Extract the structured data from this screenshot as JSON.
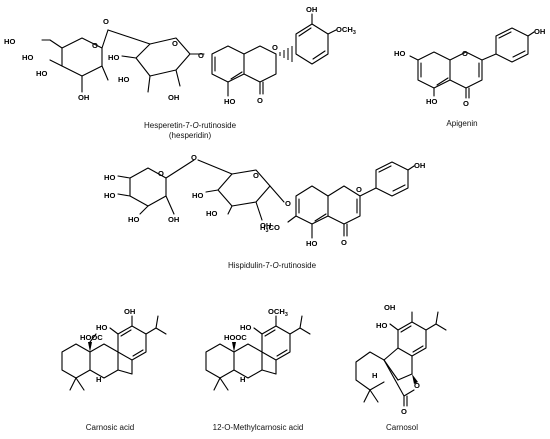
{
  "compounds": [
    {
      "key": "hesperidin",
      "caption_a": "Hesperetin-7-",
      "caption_italic": "O",
      "caption_b": "-rutinoside",
      "caption_line2": "(hesperidin)"
    },
    {
      "key": "apigenin",
      "caption": "Apigenin"
    },
    {
      "key": "hispidulin",
      "caption_a": "Hispidulin-7-",
      "caption_italic": "O",
      "caption_b": "-rutinoside"
    },
    {
      "key": "carnosic_acid",
      "caption": "Carnosic acid"
    },
    {
      "key": "methylcarnosic_acid",
      "caption": "12-O-Methylcarnosic acid"
    },
    {
      "key": "carnosol",
      "caption": "Carnosol"
    }
  ],
  "atoms": {
    "OH": "OH",
    "HO": "HO",
    "O": "O",
    "H": "H",
    "OCH": "OCH",
    "three": "3",
    "H3CO_H": "H",
    "H3CO_rest": "CO",
    "HOOC": "HOOC"
  }
}
